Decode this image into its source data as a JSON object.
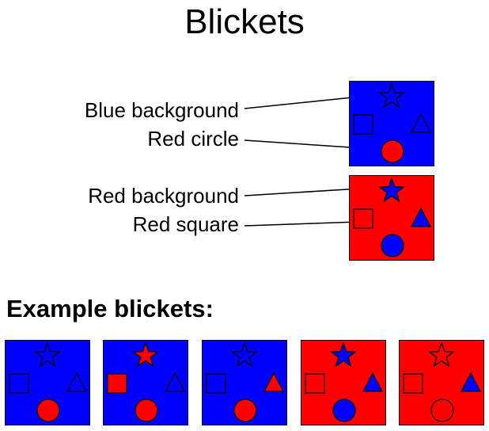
{
  "title": "Blickets",
  "legend": {
    "labels": [
      {
        "text": "Blue background"
      },
      {
        "text": "Red circle"
      },
      {
        "text": "Red background"
      },
      {
        "text": "Red square"
      }
    ],
    "cards": [
      {
        "background": "#0000ff",
        "star": "#0000ff",
        "square": "#0000ff",
        "triangle": "#0000ff",
        "circle": "#ff0000"
      },
      {
        "background": "#ff0000",
        "star": "#0000ff",
        "square": "#ff0000",
        "triangle": "#0000ff",
        "circle": "#0000ff"
      }
    ]
  },
  "examples_heading": "Example blickets:",
  "example_cards": [
    {
      "background": "#0000ff",
      "star": "#0000ff",
      "square": "#0000ff",
      "triangle": "#0000ff",
      "circle": "#ff0000"
    },
    {
      "background": "#0000ff",
      "star": "#ff0000",
      "square": "#ff0000",
      "triangle": "#0000ff",
      "circle": "#ff0000"
    },
    {
      "background": "#0000ff",
      "star": "#0000ff",
      "square": "#0000ff",
      "triangle": "#ff0000",
      "circle": "#ff0000"
    },
    {
      "background": "#ff0000",
      "star": "#0000ff",
      "square": "#ff0000",
      "triangle": "#0000ff",
      "circle": "#0000ff"
    },
    {
      "background": "#ff0000",
      "star": "#ff0000",
      "square": "#ff0000",
      "triangle": "#0000ff",
      "circle": "#ff0000"
    }
  ]
}
